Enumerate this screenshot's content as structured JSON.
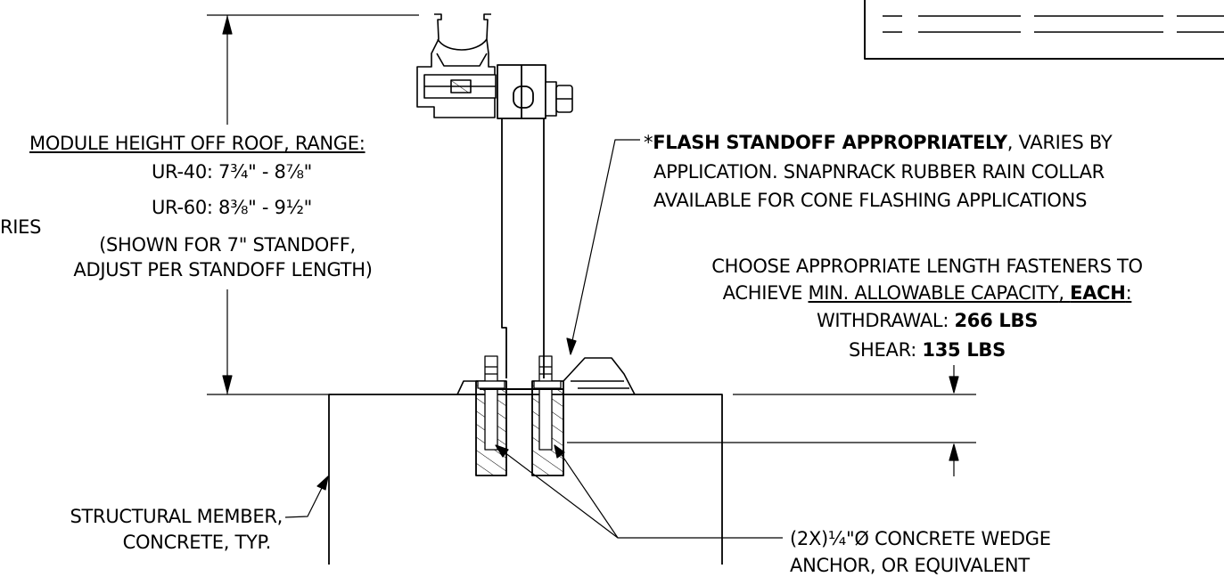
{
  "module_height": {
    "title": "MODULE HEIGHT OFF ROOF, RANGE:",
    "ur40": "UR-40: 7¾\" - 8⅞\"",
    "ur60": "UR-60: 8⅜\" - 9½\"",
    "note_line1": "(SHOWN FOR 7\" STANDOFF,",
    "note_line2": "ADJUST PER STANDOFF LENGTH)"
  },
  "cut_off_left_text": "RIES",
  "flashing_note": {
    "prefix": "*",
    "bold": "FLASH STANDOFF APPROPRIATELY",
    "rest_line1": ", VARIES BY",
    "line2": "APPLICATION. SNAPNRACK RUBBER RAIN COLLAR",
    "line3": "AVAILABLE FOR CONE FLASHING APPLICATIONS"
  },
  "fastener_note": {
    "line1": "CHOOSE APPROPRIATE LENGTH FASTENERS TO",
    "line2_prefix": "ACHIEVE ",
    "line2_underlined": "MIN. ALLOWABLE CAPACITY",
    "line2_comma": ", ",
    "line2_bold": "EACH",
    "line2_colon": ":",
    "withdrawal_label": "WITHDRAWAL: ",
    "withdrawal_value": "266 LBS",
    "shear_label": "SHEAR: ",
    "shear_value": "135 LBS"
  },
  "structural_member": {
    "line1": "STRUCTURAL MEMBER,",
    "line2": "CONCRETE, TYP."
  },
  "anchor_note": {
    "line1": "(2X)¼\"Ø CONCRETE WEDGE",
    "line2": "ANCHOR, OR EQUIVALENT"
  }
}
